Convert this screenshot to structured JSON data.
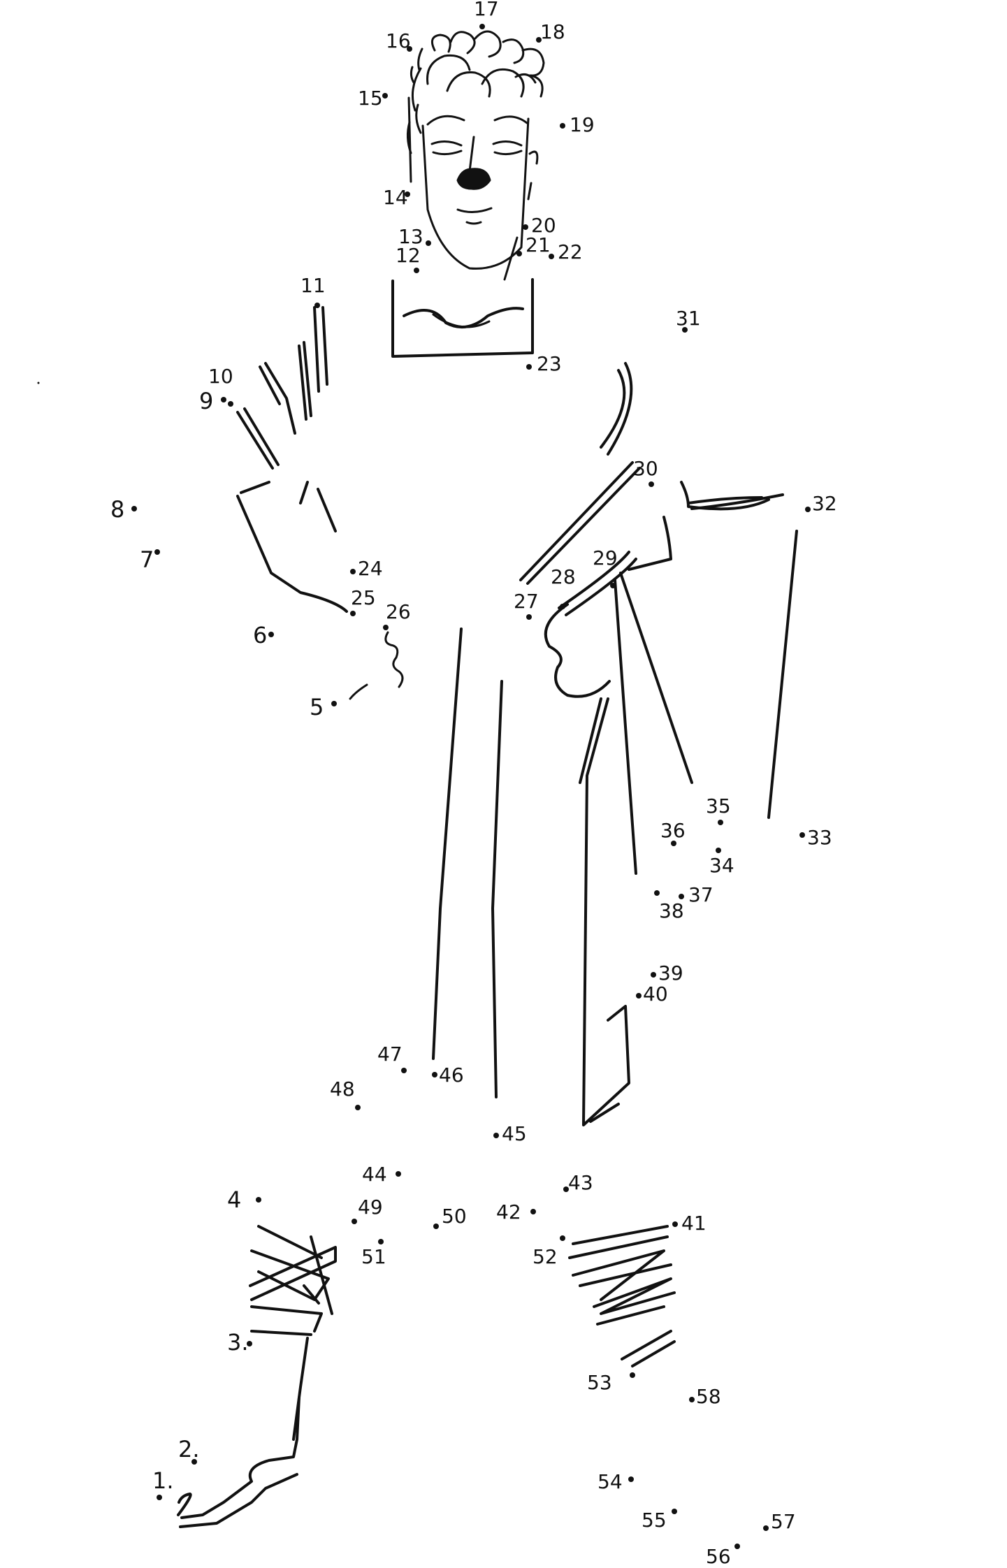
{
  "puzzle": {
    "kind": "connect-the-dots",
    "ink_color": "#111111",
    "paper_color": "#ffffff",
    "dots": [
      {
        "n": 1,
        "label": "1."
      },
      {
        "n": 2,
        "label": "2."
      },
      {
        "n": 3,
        "label": "3."
      },
      {
        "n": 4,
        "label": "4"
      },
      {
        "n": 5,
        "label": "5"
      },
      {
        "n": 6,
        "label": "6"
      },
      {
        "n": 7,
        "label": "7"
      },
      {
        "n": 8,
        "label": "8"
      },
      {
        "n": 9,
        "label": "9"
      },
      {
        "n": 10,
        "label": "10"
      },
      {
        "n": 11,
        "label": "11"
      },
      {
        "n": 12,
        "label": "12"
      },
      {
        "n": 13,
        "label": "13"
      },
      {
        "n": 14,
        "label": "14"
      },
      {
        "n": 15,
        "label": "15"
      },
      {
        "n": 16,
        "label": "16"
      },
      {
        "n": 17,
        "label": "17"
      },
      {
        "n": 18,
        "label": "18"
      },
      {
        "n": 19,
        "label": "19"
      },
      {
        "n": 20,
        "label": "20"
      },
      {
        "n": 21,
        "label": "21"
      },
      {
        "n": 22,
        "label": "22"
      },
      {
        "n": 23,
        "label": "23"
      },
      {
        "n": 24,
        "label": "24"
      },
      {
        "n": 25,
        "label": "25"
      },
      {
        "n": 26,
        "label": "26"
      },
      {
        "n": 27,
        "label": "27"
      },
      {
        "n": 28,
        "label": "28"
      },
      {
        "n": 29,
        "label": "29"
      },
      {
        "n": 30,
        "label": "30"
      },
      {
        "n": 31,
        "label": "31"
      },
      {
        "n": 32,
        "label": "32"
      },
      {
        "n": 33,
        "label": "33"
      },
      {
        "n": 34,
        "label": "34"
      },
      {
        "n": 35,
        "label": "35"
      },
      {
        "n": 36,
        "label": "36"
      },
      {
        "n": 37,
        "label": "37"
      },
      {
        "n": 38,
        "label": "38"
      },
      {
        "n": 39,
        "label": "39"
      },
      {
        "n": 40,
        "label": "40"
      },
      {
        "n": 41,
        "label": "41"
      },
      {
        "n": 42,
        "label": "42"
      },
      {
        "n": 43,
        "label": "43"
      },
      {
        "n": 44,
        "label": "44"
      },
      {
        "n": 45,
        "label": "45"
      },
      {
        "n": 46,
        "label": "46"
      },
      {
        "n": 47,
        "label": "47"
      },
      {
        "n": 48,
        "label": "48"
      },
      {
        "n": 49,
        "label": "49"
      },
      {
        "n": 50,
        "label": "50"
      },
      {
        "n": 51,
        "label": "51"
      },
      {
        "n": 52,
        "label": "52"
      },
      {
        "n": 53,
        "label": "53"
      },
      {
        "n": 54,
        "label": "54"
      },
      {
        "n": 55,
        "label": "55"
      },
      {
        "n": 56,
        "label": "56"
      },
      {
        "n": 57,
        "label": "57"
      },
      {
        "n": 58,
        "label": "58"
      }
    ]
  }
}
